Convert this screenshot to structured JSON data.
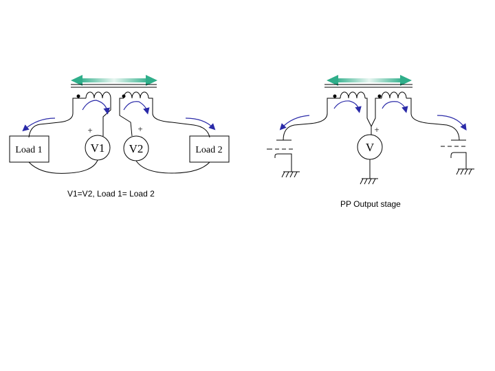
{
  "left_circuit": {
    "load1_label": "Load 1",
    "load2_label": "Load 2",
    "source1_label": "V1",
    "source2_label": "V2",
    "plus1": "+",
    "plus2": "+",
    "caption": "V1=V2,  Load 1= Load 2"
  },
  "right_circuit": {
    "source_label": "V",
    "plus": "+",
    "caption": "PP Output stage"
  },
  "colors": {
    "arrow_blue": "#2a2aa8",
    "flux_green": "#2fae8a",
    "wire": "#000000"
  }
}
